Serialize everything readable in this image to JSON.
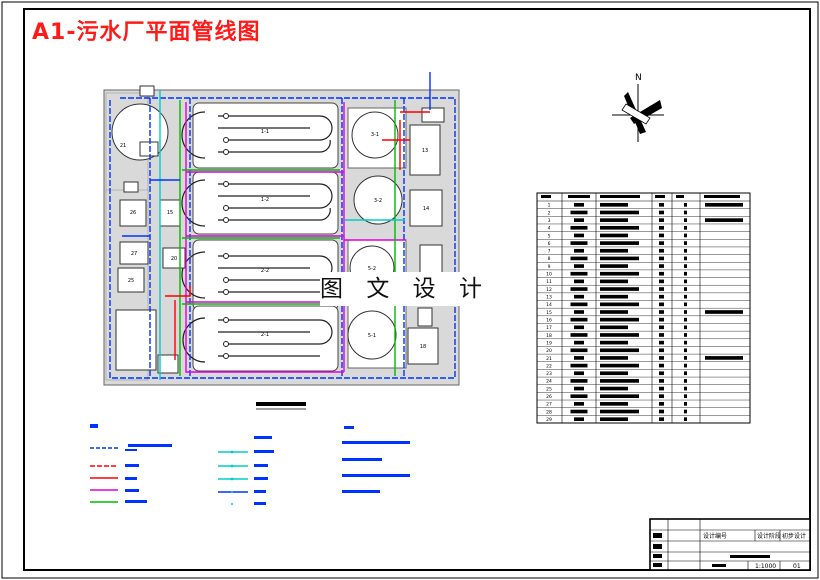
{
  "drawing": {
    "title": "A1-污水厂平面管线图",
    "watermark": "图 文 设 计",
    "north": "N",
    "title_block": {
      "row1": [
        "设计编号",
        "设计阶段",
        "初步设计"
      ],
      "scale": "1:1000",
      "sheet": "01"
    },
    "tank_labels": {
      "t1": "1-1",
      "t2": "1-2",
      "t3": "2-2",
      "t4": "2-1",
      "s1": "3-1",
      "s2": "3-2",
      "s3": "5-2",
      "s4": "5-1",
      "left1": "21",
      "b1": "26",
      "b2": "15",
      "b3": "27",
      "b4": "20",
      "b5": "25",
      "r1": "13",
      "r2": "14",
      "r3": "18"
    },
    "table_row_numbers": [
      "1",
      "2",
      "3",
      "4",
      "5",
      "6",
      "7",
      "8",
      "9",
      "10",
      "11",
      "12",
      "13",
      "14",
      "15",
      "16",
      "17",
      "18",
      "19",
      "20",
      "21",
      "22",
      "23",
      "24",
      "25",
      "26",
      "27",
      "28",
      "29"
    ]
  },
  "colors": {
    "frame": "#000000",
    "title": "#ff1a1a",
    "pipe_blue": "#0033ff",
    "pipe_magenta": "#e000e0",
    "pipe_green": "#00bb00",
    "pipe_red": "#ff0000",
    "pipe_cyan": "#00cccc",
    "site_fill": "#d9d9d9"
  }
}
